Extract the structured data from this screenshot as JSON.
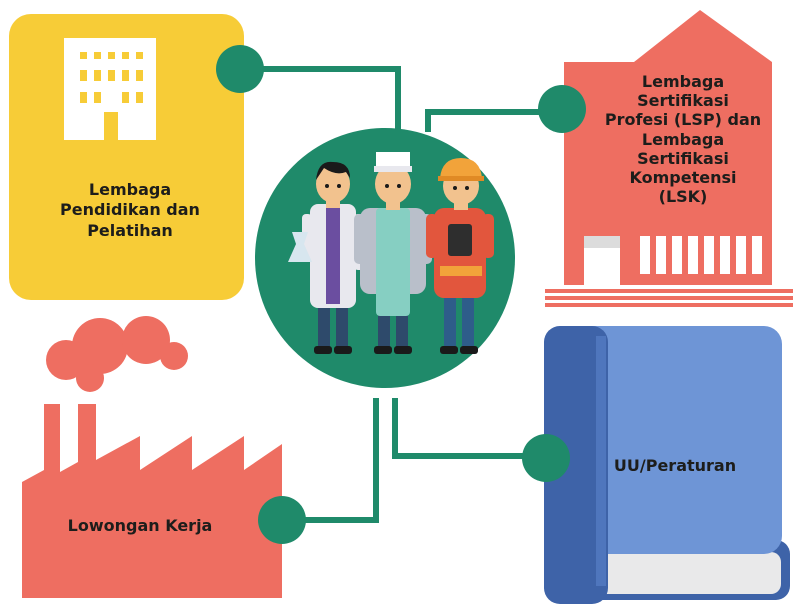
{
  "nodes": {
    "pendidikan": {
      "label": "Lembaga\nPendidikan dan\nPelatihan",
      "color": "#F7CC37"
    },
    "lsp": {
      "label": "Lembaga\nSertifikasi\nProfesi (LSP) dan\nLembaga\nSertifikasi\nKompetensi\n(LSK)",
      "color": "#EE6E61"
    },
    "uu": {
      "label": "UU/Peraturan",
      "color": "#5C86C8"
    },
    "lowongan": {
      "label": "Lowongan Kerja",
      "color": "#EE6E61"
    }
  },
  "hub": {
    "color": "#1F8A6A"
  },
  "connector": {
    "color": "#1F8A6A"
  }
}
